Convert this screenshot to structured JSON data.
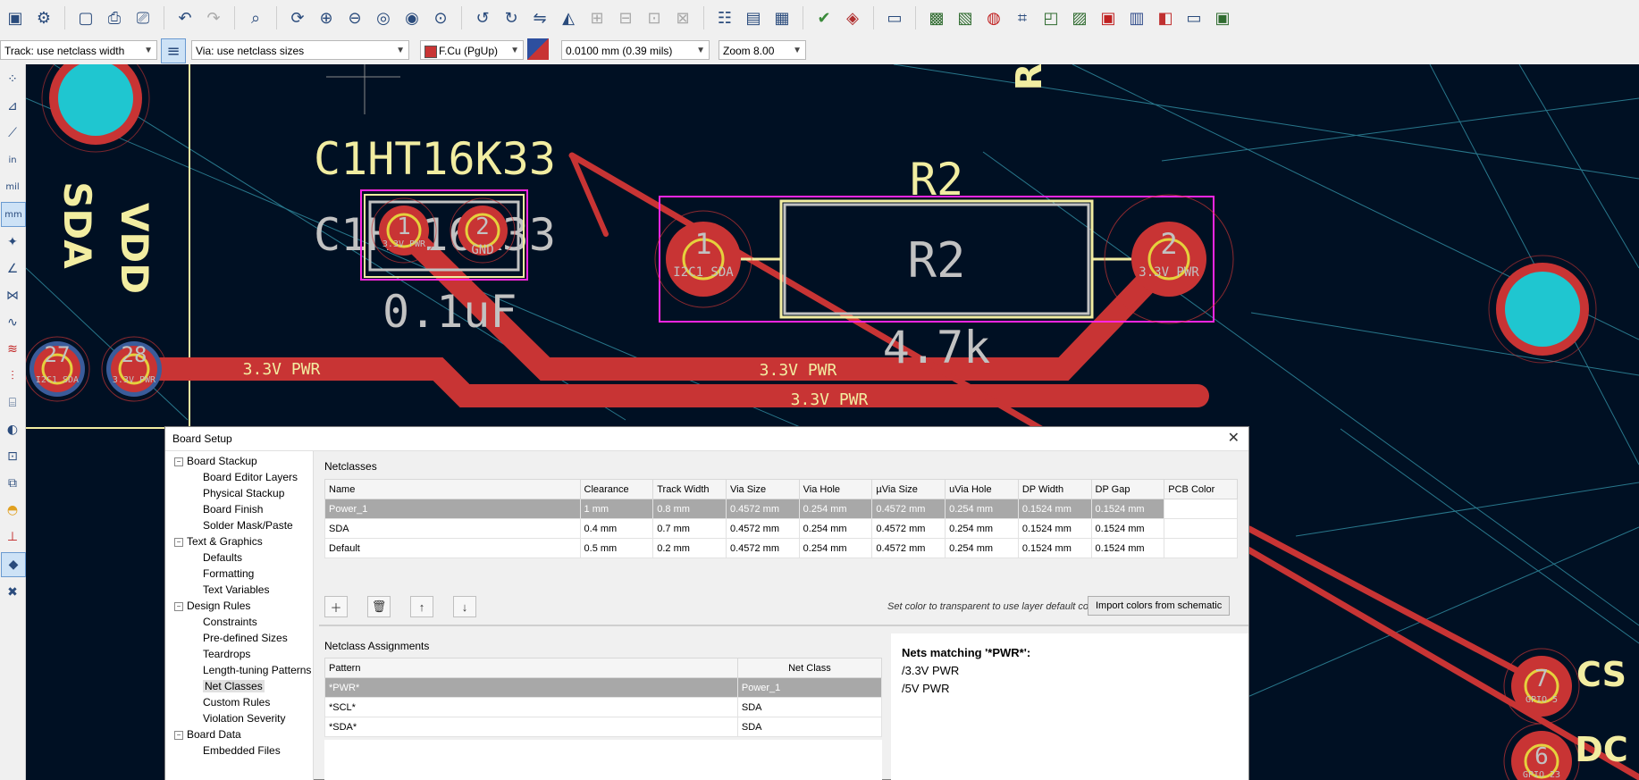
{
  "toolbar": {
    "icons": [
      "save-icon",
      "board-setup-icon",
      "page-settings-icon",
      "print-icon",
      "plot-icon",
      "undo-icon",
      "redo-icon",
      "find-icon",
      "refresh-icon",
      "zoom-in-icon",
      "zoom-out-icon",
      "zoom-fit-icon",
      "zoom-objects-icon",
      "zoom-selection-icon",
      "rotate-ccw-icon",
      "rotate-cw-icon",
      "flip-horizontal-icon",
      "mirror-icon",
      "group-icon",
      "ungroup-icon",
      "lock-icon",
      "unlock-icon",
      "netlist-icon",
      "footprint-library-icon",
      "footprint-editor-icon",
      "drc-icon",
      "net-inspector-icon",
      "scripting-console-icon",
      "3d-viewer-icon",
      "plugin-icon",
      "zone-fill-icon",
      "layer-icon",
      "zone-icon",
      "text-icon",
      "properties-icon",
      "image-icon",
      "grid-icon"
    ]
  },
  "options": {
    "track_width": "Track: use netclass width",
    "via_size": "Via: use netclass sizes",
    "layer": "F.Cu (PgUp)",
    "grid": "0.0100 mm (0.39 mils)",
    "zoom": "Zoom 8.00"
  },
  "colors": {
    "board_bg": "#001023",
    "copper": "#c83434",
    "pad_center": "#e5d13d",
    "silk": "#f2eda1",
    "fab": "#c2c2c2",
    "courtyard": "#ff26e2",
    "ratsnest": "#3aa3b8",
    "via_hole": "#1fc6d0"
  },
  "pcb": {
    "ref_c1": "C1HT16K33",
    "fab_c1": "C1HT16K33",
    "value_c1": "0.1uF",
    "ref_r2": "R2",
    "fab_r2": "R2",
    "value_r2": "4.7k",
    "label_sda": "SDA",
    "label_vdd": "VDD",
    "label_cs": "CS",
    "label_dc": "DC",
    "label_r_rotated": "R",
    "pad_c1_1": "1",
    "pad_c1_1_net": "3.3V PWR",
    "pad_c1_2": "2",
    "pad_c1_2_net": "GND",
    "pad_r2_1": "1",
    "pad_r2_1_net": "I2C1 SDA",
    "pad_r2_2": "2",
    "pad_r2_2_net": "3.3V PWR",
    "pad_27": "27",
    "pad_27_net": "I2C1 SDA",
    "pad_28": "28",
    "pad_28_net": "3.3V PWR",
    "pad_7": "7",
    "pad_7_net": "GPIO 5",
    "pad_6": "6",
    "pad_6_net": "GPIO 23",
    "track_label_1": "3.3V PWR",
    "track_label_2": "3.3V PWR",
    "track_label_3": "3.3V PWR"
  },
  "dialog": {
    "title": "Board Setup",
    "tree": [
      {
        "group": "Board Stackup",
        "items": [
          "Board Editor Layers",
          "Physical Stackup",
          "Board Finish",
          "Solder Mask/Paste"
        ]
      },
      {
        "group": "Text & Graphics",
        "items": [
          "Defaults",
          "Formatting",
          "Text Variables"
        ]
      },
      {
        "group": "Design Rules",
        "items": [
          "Constraints",
          "Pre-defined Sizes",
          "Teardrops",
          "Length-tuning Patterns",
          "Net Classes",
          "Custom Rules",
          "Violation Severity"
        ]
      },
      {
        "group": "Board Data",
        "items": [
          "Embedded Files"
        ]
      }
    ],
    "selected_item": "Net Classes",
    "netclasses_title": "Netclasses",
    "netclass_columns": [
      "Name",
      "Clearance",
      "Track Width",
      "Via Size",
      "Via Hole",
      "µVia Size",
      "uVia Hole",
      "DP Width",
      "DP Gap",
      "PCB Color"
    ],
    "netclass_rows": [
      [
        "Power_1",
        "1 mm",
        "0.8 mm",
        "0.4572 mm",
        "0.254 mm",
        "0.4572 mm",
        "0.254 mm",
        "0.1524 mm",
        "0.1524 mm"
      ],
      [
        "SDA",
        "0.4 mm",
        "0.7 mm",
        "0.4572 mm",
        "0.254 mm",
        "0.4572 mm",
        "0.254 mm",
        "0.1524 mm",
        "0.1524 mm"
      ],
      [
        "Default",
        "0.5 mm",
        "0.2 mm",
        "0.4572 mm",
        "0.254 mm",
        "0.4572 mm",
        "0.254 mm",
        "0.1524 mm",
        "0.1524 mm"
      ]
    ],
    "transparent_note": "Set color to transparent to use layer default color.",
    "import_button": "Import colors from schematic",
    "assignments_title": "Netclass Assignments",
    "assignment_columns": [
      "Pattern",
      "Net Class"
    ],
    "assignment_rows": [
      [
        "*PWR*",
        "Power_1"
      ],
      [
        "*SCL*",
        "SDA"
      ],
      [
        "*SDA*",
        "SDA"
      ]
    ],
    "matching_title": "Nets matching '*PWR*':",
    "matching_nets": [
      "/3.3V PWR",
      "/5V PWR"
    ]
  }
}
